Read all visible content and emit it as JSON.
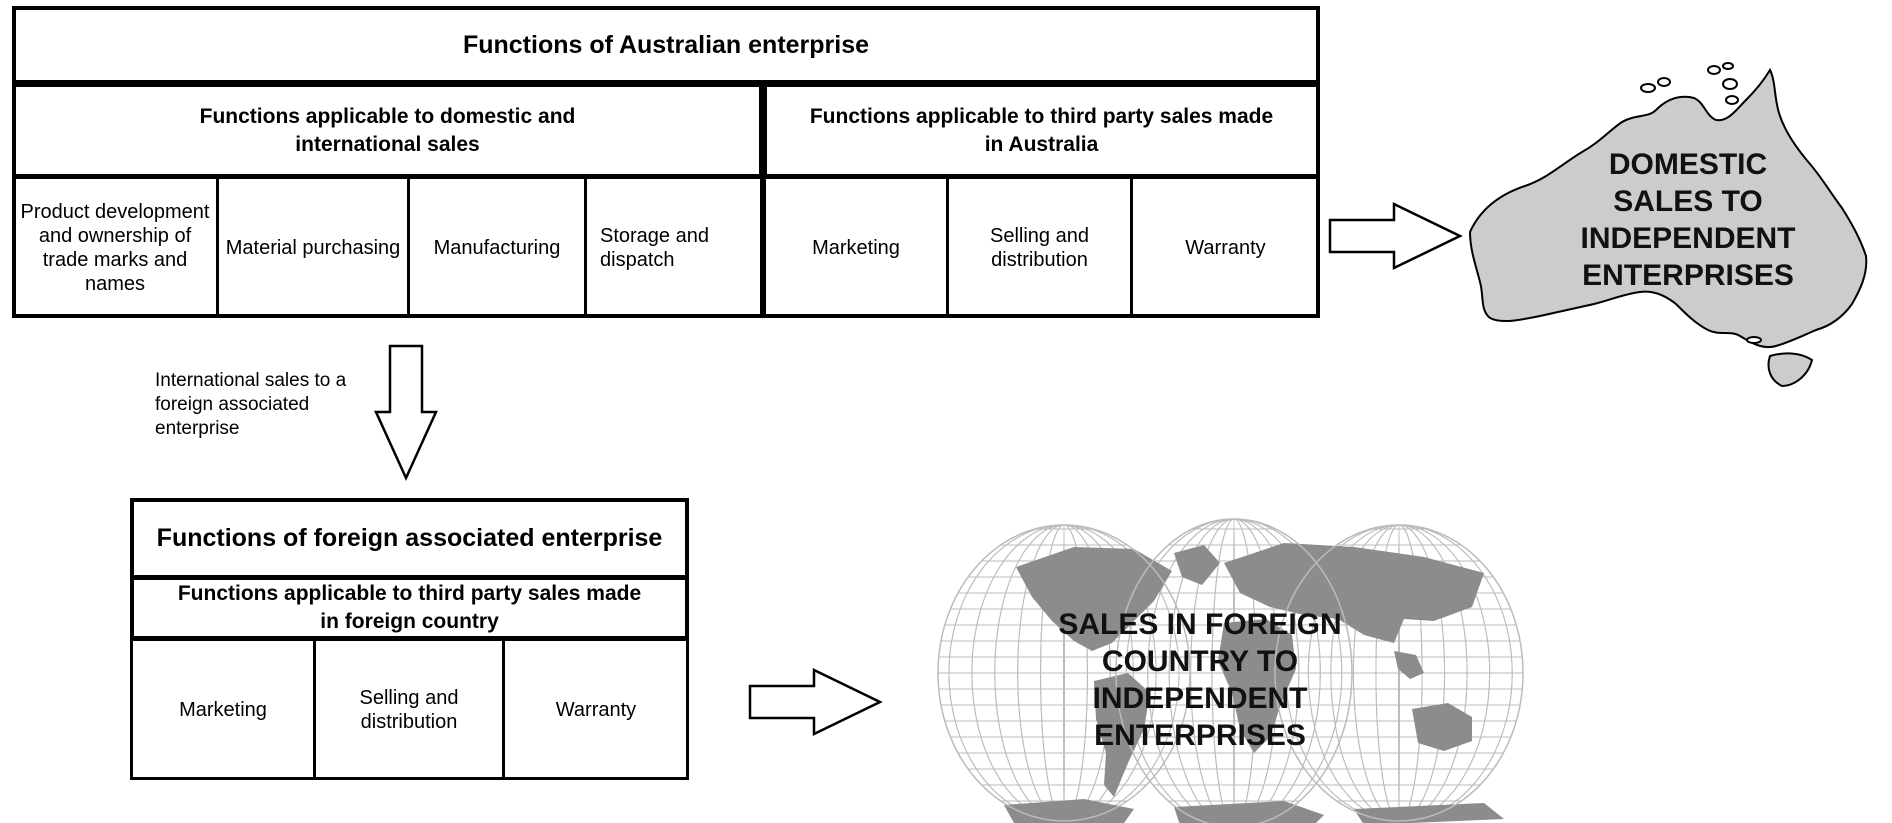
{
  "australian": {
    "title": "Functions of Australian enterprise",
    "domestic_header": "Functions applicable to domestic and international sales",
    "third_party_header": "Functions applicable to third party sales made in Australia",
    "cells": [
      "Product development and ownership of trade marks and names",
      "Material purchasing",
      "Manufacturing",
      "Storage and dispatch",
      "Marketing",
      "Selling and distribution",
      "Warranty"
    ]
  },
  "arrow_note": "International sales to a foreign associated enterprise",
  "foreign": {
    "title": "Functions of foreign associated enterprise",
    "third_party_header": "Functions applicable to third party sales made in foreign country",
    "cells": [
      "Marketing",
      "Selling and distribution",
      "Warranty"
    ]
  },
  "australia_map": {
    "icon": "australia-map-icon",
    "label": "DOMESTIC SALES TO INDEPENDENT ENTERPRISES",
    "fill": "#cccccc"
  },
  "world_map": {
    "icon": "world-map-icon",
    "label": "SALES IN FOREIGN COUNTRY TO INDEPENDENT ENTERPRISES",
    "land_fill": "#8c8c8c",
    "grid_color": "#bbbbbb"
  }
}
